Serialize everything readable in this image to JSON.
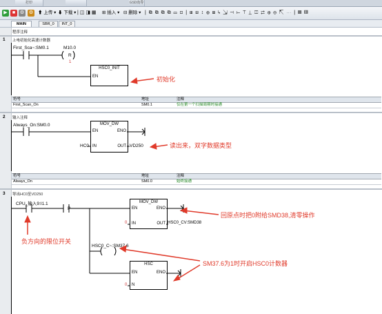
{
  "top_strip": {
    "left": "打印",
    "mid": "",
    "right": "GSD向导"
  },
  "toolbar": {
    "upload": "上传",
    "download": "下载",
    "insert": "插入",
    "delete": "删除"
  },
  "tabs": [
    "MAIN",
    "SBR_0",
    "INT_0"
  ],
  "program_comment": "程序注释",
  "networks": [
    {
      "number": "1",
      "comment": "上电初始化高速计数器",
      "contact": "First_Sca~:SM0.1",
      "coil_addr": "M10.0",
      "coil_type": "R",
      "coil_n": "1",
      "box_title": "HSC0_INIT",
      "box_en": "EN",
      "annotation": "初始化",
      "symbols": {
        "headers": [
          "符号",
          "地址",
          "注释"
        ],
        "rows": [
          [
            "First_Scan_On",
            "SM0.1",
            "仅在第一个扫描周期时接通"
          ]
        ]
      }
    },
    {
      "number": "2",
      "comment": "输入注释",
      "contact": "Always_On:SM0.0",
      "box_title": "MOV_DW",
      "en": "EN",
      "eno": "ENO",
      "in_label": "IN",
      "in_value": "HC0",
      "out_label": "OUT",
      "out_value": "VD250",
      "annotation": "读出来，双字数据类型",
      "symbols": {
        "headers": [
          "符号",
          "地址",
          "注释"
        ],
        "rows": [
          [
            "Always_On",
            "SM0.0",
            "始终接通"
          ]
        ]
      }
    },
    {
      "number": "3",
      "comment": "导出HC0至VD250",
      "contact": "CPU_输入9:I1.1",
      "p_label": "P",
      "box1_title": "MOV_DW",
      "en": "EN",
      "eno": "ENO",
      "in_label": "IN",
      "in_value": "0",
      "out_label": "OUT",
      "out_value": "HSC0_CV:SMD38",
      "contact2": "HSC0_C~:SM37.6",
      "box2_title": "HSC",
      "n_label": "N",
      "n_value": "0",
      "annotation_1": "回原点时把0附给SMD38,清零操作",
      "annotation_2": "负方向的限位开关",
      "annotation_3": "SM37.6为1时开启HSC0计数器"
    }
  ],
  "colors": {
    "annotation_red": "#e03a2a",
    "symtab_header": "#dfe5ec"
  }
}
